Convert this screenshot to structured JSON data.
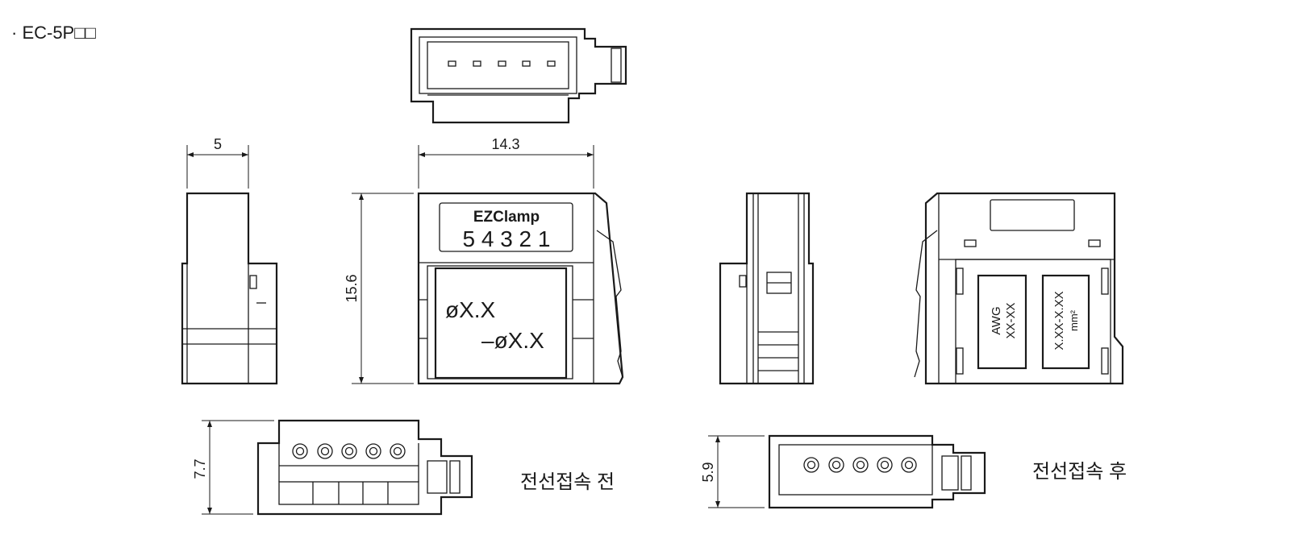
{
  "title": "· EC-5P□□",
  "dims": {
    "side_width": "5",
    "front_width": "14.3",
    "front_height": "15.6",
    "bottom_before_height": "7.7",
    "bottom_after_height": "5.9"
  },
  "front_label": {
    "brand": "EZClamp",
    "pins": "5 4 3 2 1",
    "dia_top": "øX.X",
    "dia_bottom": "–øX.X"
  },
  "back_label": {
    "awg": "AWG",
    "awg_value": "XX-XX",
    "mm_value": "X.XX-X.XX",
    "mm_unit": "mm²"
  },
  "captions": {
    "before": "전선접속 전",
    "after": "전선접속 후"
  }
}
